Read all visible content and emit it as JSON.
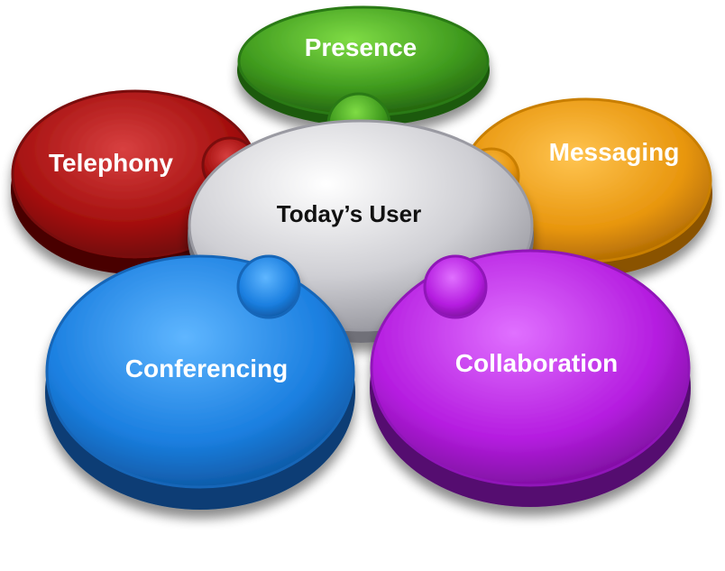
{
  "center": {
    "label": "Today’s User",
    "color": "#c8c8cc"
  },
  "pieces": [
    {
      "id": "presence",
      "label": "Presence",
      "color": "#3f9a1e"
    },
    {
      "id": "messaging",
      "label": "Messaging",
      "color": "#e8960e"
    },
    {
      "id": "collaboration",
      "label": "Collaboration",
      "color": "#b51de0"
    },
    {
      "id": "conferencing",
      "label": "Conferencing",
      "color": "#1b7fe0"
    },
    {
      "id": "telephony",
      "label": "Telephony",
      "color": "#a4100f"
    }
  ]
}
